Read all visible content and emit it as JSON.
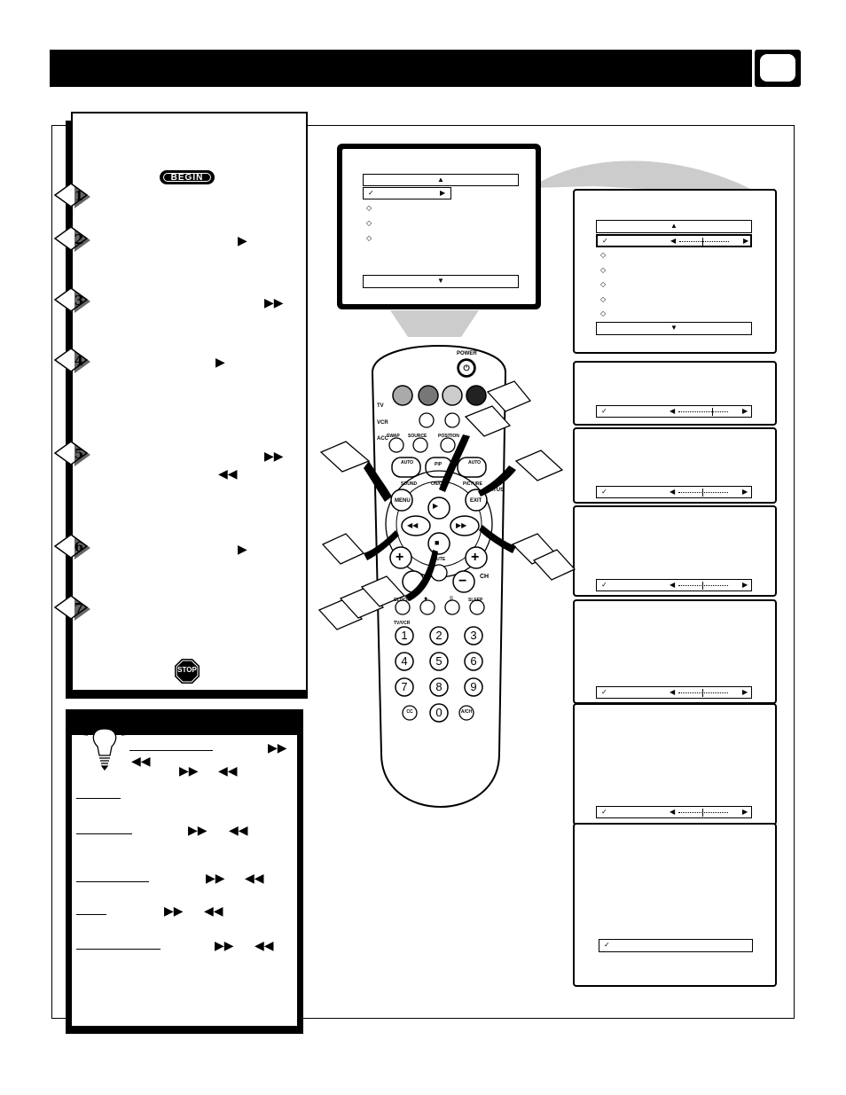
{
  "header": {
    "title": ""
  },
  "begin_label": "BEGIN",
  "stop_label": "STOP",
  "steps": [
    "1",
    "2",
    "3",
    "4",
    "5",
    "6",
    "7"
  ],
  "glyphs": {
    "right": "▶",
    "ff": "▶▶",
    "rew": "◀◀",
    "up": "▲",
    "down": "▼",
    "check": "✓",
    "left_small": "◀",
    "right_small": "▶",
    "diamond": "◇"
  },
  "remote": {
    "power": "POWER",
    "mode_tv": "TV",
    "mode_vcr": "VCR",
    "mode_acc": "ACC",
    "swap": "SWAP",
    "source": "SOURCE",
    "position": "POSITION",
    "auto_sound_top": "AUTO",
    "auto_sound": "SOUND",
    "onoff": "ON/OFF",
    "auto_picture_top": "AUTO",
    "auto_picture": "PICTURE",
    "pip": "PIP",
    "menu": "MENU",
    "exit": "EXIT",
    "status": "STATUS",
    "mute": "MUTE",
    "ch": "CH",
    "clock": "CLOCK",
    "sleep": "SLEEP",
    "tvvcr": "TV/VCR",
    "nums": [
      "1",
      "2",
      "3",
      "4",
      "5",
      "6",
      "7",
      "8",
      "9"
    ],
    "cc": "CC",
    "zero": "0",
    "ach": "A/CH"
  }
}
